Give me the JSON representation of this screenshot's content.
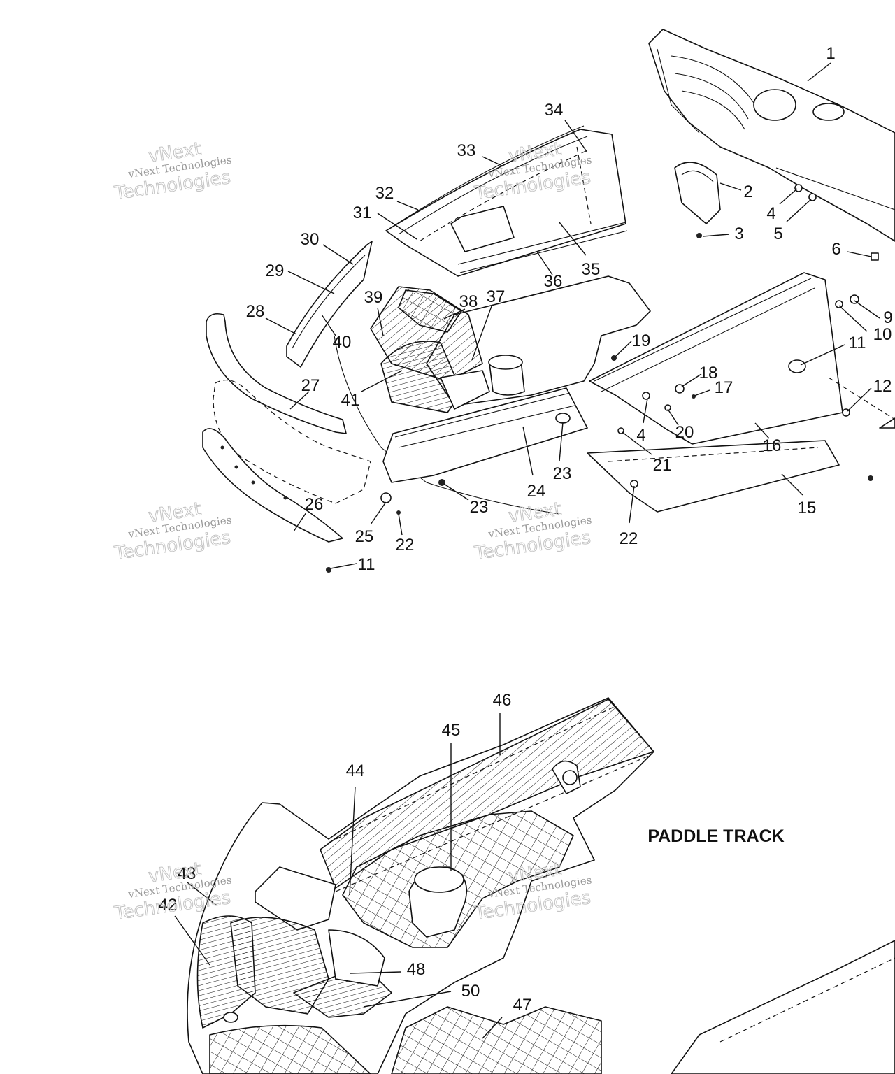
{
  "heading": "PADDLE TRACK",
  "watermark": {
    "line1": "vNext Technologies",
    "line2": "Technologies",
    "brand": "vNext"
  },
  "callouts": [
    {
      "label": "1"
    },
    {
      "label": "2"
    },
    {
      "label": "3"
    },
    {
      "label": "4"
    },
    {
      "label": "5"
    },
    {
      "label": "6"
    },
    {
      "label": "9"
    },
    {
      "label": "10"
    },
    {
      "label": "11"
    },
    {
      "label": "12"
    },
    {
      "label": "17"
    },
    {
      "label": "18"
    },
    {
      "label": "19"
    },
    {
      "label": "4"
    },
    {
      "label": "20"
    },
    {
      "label": "16"
    },
    {
      "label": "21"
    },
    {
      "label": "15"
    },
    {
      "label": "22"
    },
    {
      "label": "23"
    },
    {
      "label": "24"
    },
    {
      "label": "23"
    },
    {
      "label": "25"
    },
    {
      "label": "22"
    },
    {
      "label": "26"
    },
    {
      "label": "11"
    },
    {
      "label": "27"
    },
    {
      "label": "28"
    },
    {
      "label": "29"
    },
    {
      "label": "30"
    },
    {
      "label": "40"
    },
    {
      "label": "39"
    },
    {
      "label": "38"
    },
    {
      "label": "37"
    },
    {
      "label": "41"
    },
    {
      "label": "31"
    },
    {
      "label": "32"
    },
    {
      "label": "33"
    },
    {
      "label": "34"
    },
    {
      "label": "35"
    },
    {
      "label": "36"
    },
    {
      "label": "46"
    },
    {
      "label": "45"
    },
    {
      "label": "44"
    },
    {
      "label": "43"
    },
    {
      "label": "42"
    },
    {
      "label": "48"
    },
    {
      "label": "50"
    },
    {
      "label": "47"
    }
  ]
}
